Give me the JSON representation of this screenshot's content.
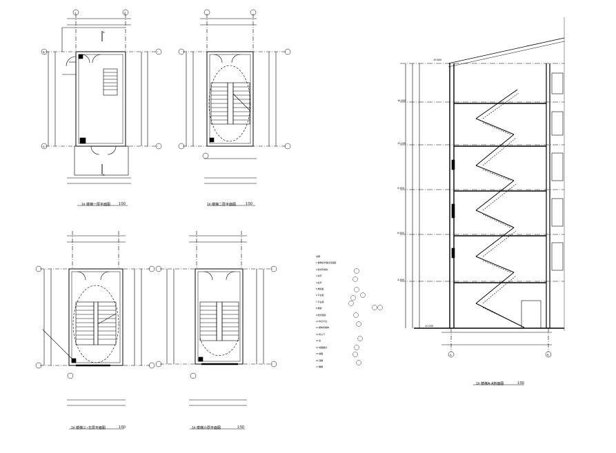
{
  "drawing": {
    "titles": {
      "plan_1": "1# 楼梯一层平面图",
      "plan_2": "1# 楼梯二层平面图",
      "plan_3": "1# 楼梯三~五层平面图",
      "plan_4": "1# 楼梯六层平面图",
      "section": "1# 楼梯A-A剖面图"
    },
    "scale": "1:50",
    "levels": [
      "±0.000",
      "3.300",
      "6.600",
      "9.900",
      "13.200",
      "16.500",
      "19.800"
    ],
    "section_mark": "A",
    "axis_bubbles_plan": [
      "A",
      "B",
      "1",
      "2"
    ],
    "axis_bubbles_section": [
      "A",
      "B"
    ],
    "notes": [
      "说明:",
      "1.楼梯栏杆做法见图集",
      "2.踏步防滑条",
      "3.扶手",
      "4.栏杆",
      "5.梯段板",
      "6.平台板",
      "7.平台梁",
      "8.梯梁",
      "9.踏步面层",
      "10.休息平台",
      "11.楼梯间墙体",
      "12.防火门",
      "13.窗",
      "14.地面做法",
      "15.墙面",
      "16.顶棚",
      "17.踢脚"
    ]
  }
}
